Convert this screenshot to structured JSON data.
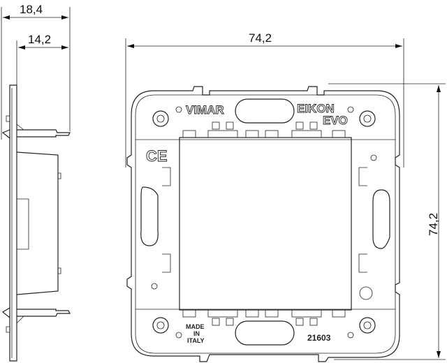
{
  "dimensions": {
    "side_total_depth": "18,4",
    "side_inner_depth": "14,2",
    "front_width": "74,2",
    "front_height": "74,2"
  },
  "markings": {
    "brand": "VIMAR",
    "series": "EIKON",
    "series_sub": "EVO",
    "ce_mark": "CE",
    "origin_line1": "MADE",
    "origin_line2": "IN",
    "origin_line3": "ITALY",
    "part_number": "21603"
  }
}
